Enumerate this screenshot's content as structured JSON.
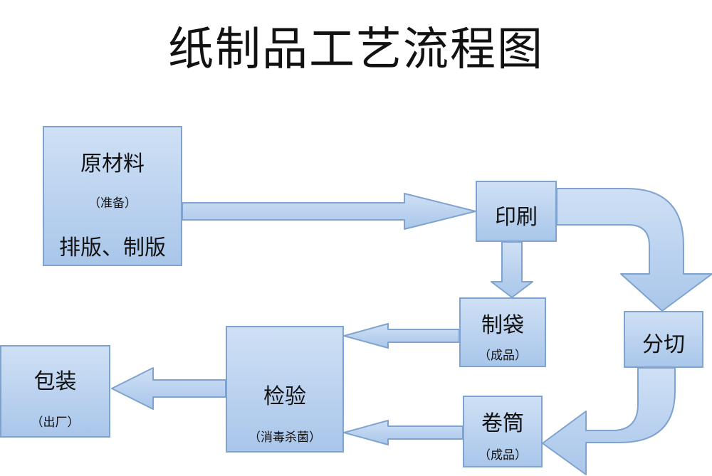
{
  "title": "纸制品工艺流程图",
  "nodes": {
    "raw": {
      "label": "原材料",
      "sub": "（准备）",
      "label2": "排版、制版"
    },
    "print": {
      "label": "印刷"
    },
    "bag": {
      "label": "制袋",
      "sub": "（成品）"
    },
    "cut": {
      "label": "分切"
    },
    "roll": {
      "label": "卷筒",
      "sub": "（成品）"
    },
    "inspect": {
      "label": "检验",
      "sub": "（消毒杀菌）"
    },
    "pack": {
      "label": "包装",
      "sub": "（出厂）"
    }
  },
  "colors": {
    "fill_top": "#cfe0f5",
    "fill_bottom": "#a9c6ea",
    "stroke": "#7fa3cf"
  }
}
